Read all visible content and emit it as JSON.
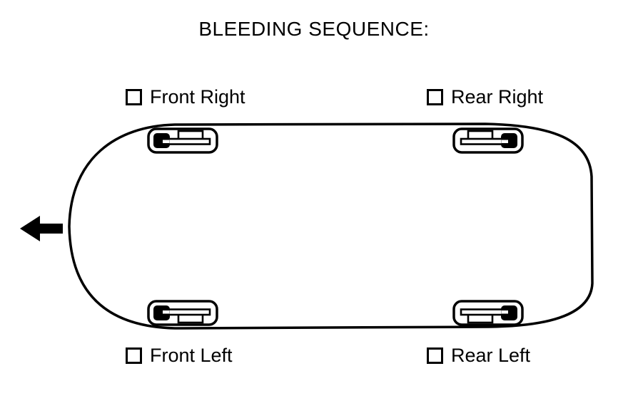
{
  "title": "BLEEDING SEQUENCE:",
  "checkboxes": {
    "front_right": {
      "label": "Front Right",
      "checked": false
    },
    "rear_right": {
      "label": "Rear Right",
      "checked": false
    },
    "front_left": {
      "label": "Front Left",
      "checked": false
    },
    "rear_left": {
      "label": "Rear Left",
      "checked": false
    }
  },
  "icons": {
    "front_direction_arrow": "left-arrow",
    "wheels": [
      "wheel-front-right",
      "wheel-rear-right",
      "wheel-front-left",
      "wheel-rear-left"
    ]
  },
  "colors": {
    "ink": "#000000",
    "background": "#ffffff"
  }
}
